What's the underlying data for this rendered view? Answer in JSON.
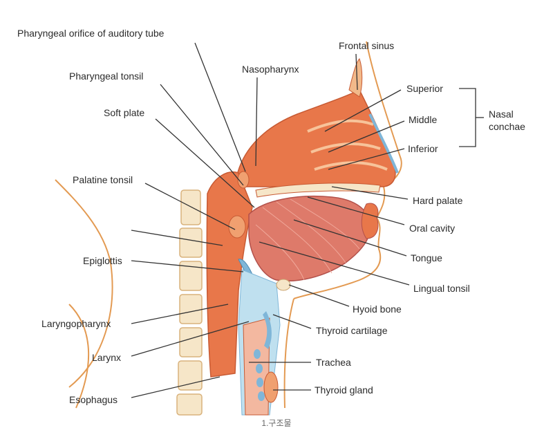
{
  "labels": {
    "pharyngeal_orifice": "Pharyngeal orifice of auditory tube",
    "frontal_sinus": "Frontal sinus",
    "nasopharynx": "Nasopharynx",
    "pharyngeal_tonsil": "Pharyngeal tonsil",
    "superior": "Superior",
    "soft_plate": "Soft plate",
    "middle": "Middle",
    "nasal_conchae_1": "Nasal",
    "nasal_conchae_2": "conchae",
    "inferior": "Inferior",
    "palatine_tonsil": "Palatine tonsil",
    "hard_palate": "Hard palate",
    "oral_cavity": "Oral cavity",
    "tongue": "Tongue",
    "epiglottis": "Epiglottis",
    "lingual_tonsil": "Lingual tonsil",
    "hyoid_bone": "Hyoid bone",
    "laryngopharynx": "Laryngopharynx",
    "thyroid_cartilage": "Thyroid cartilage",
    "larynx": "Larynx",
    "trachea": "Trachea",
    "thyroid_gland": "Thyroid gland",
    "esophagus": "Esophagus"
  },
  "caption": "1.구조물",
  "colors": {
    "tissue": "#e8774a",
    "tongue": "#de7a6a",
    "cartilage": "#7fb6d8",
    "bone": "#f6e6c8",
    "outline": "#e39a52"
  }
}
